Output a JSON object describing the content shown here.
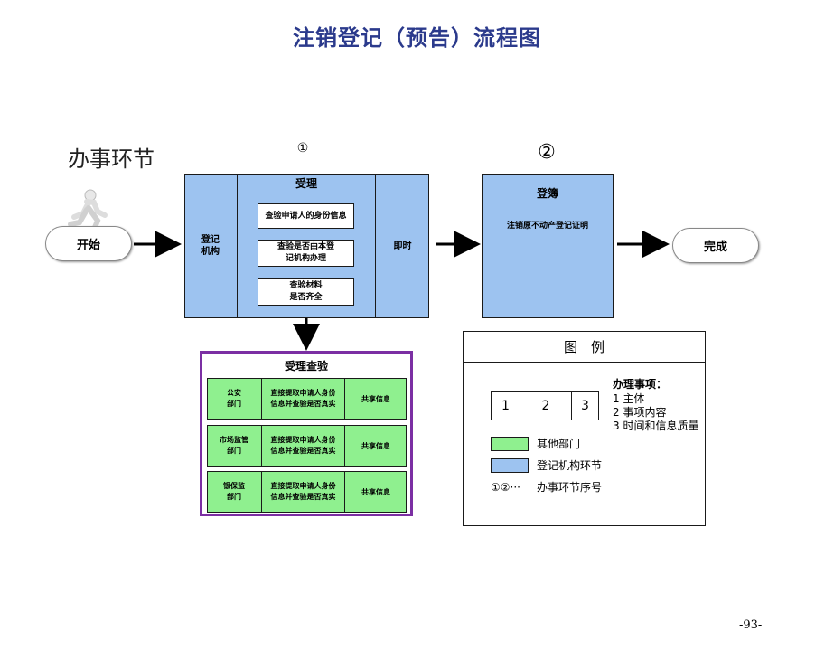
{
  "title": "注销登记（预告）流程图",
  "section_label": "办事环节",
  "start_label": "开始",
  "end_label": "完成",
  "step1": {
    "number": "①",
    "left_label": "登记\n机构",
    "header": "受理",
    "checks": [
      "查验申请人的身份信息",
      "查验是否由本登\n记机构办理",
      "查验材料\n是否齐全"
    ],
    "right_label": "即时"
  },
  "step2": {
    "number": "②",
    "header": "登簿",
    "content": "注销原不动产登记证明"
  },
  "check_box": {
    "title": "受理查验",
    "rows": [
      {
        "dept": "公安\n部门",
        "content": "直接提取申请人身份\n信息并查验是否真实",
        "method": "共享信息"
      },
      {
        "dept": "市场监管\n部门",
        "content": "直接提取申请人身份\n信息并查验是否真实",
        "method": "共享信息"
      },
      {
        "dept": "银保监\n部门",
        "content": "直接提取申请人身份\n信息并查验是否真实",
        "method": "共享信息"
      }
    ]
  },
  "legend": {
    "title": "图　例",
    "cells": [
      "1",
      "2",
      "3"
    ],
    "matter_title": "办理事项：",
    "matter_items": [
      "1 主体",
      "2 事项内容",
      "3 时间和信息质量"
    ],
    "green_label": "其他部门",
    "blue_label": "登记机构环节",
    "symbols": "①②···",
    "symbols_label": "办事环节序号"
  },
  "page_number": "-93-",
  "colors": {
    "title": "#2b3a8c",
    "blue": "#9dc3f0",
    "green": "#8ff08f",
    "purple": "#7b2fa3"
  }
}
